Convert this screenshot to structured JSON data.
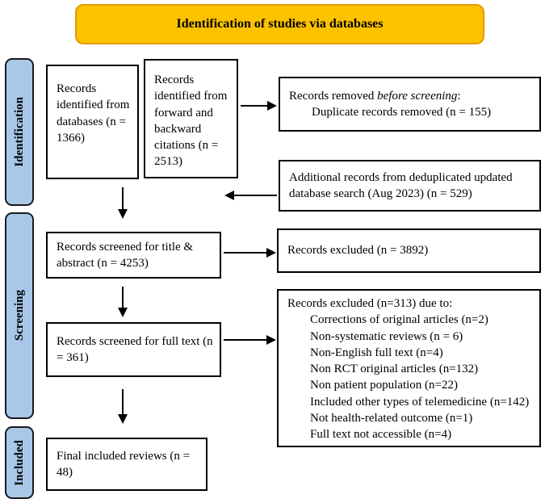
{
  "colors": {
    "title_bg": "#FCC200",
    "title_border": "#E49A00",
    "stage_bg": "#A9C8E9",
    "box_border": "#000000"
  },
  "title": {
    "label": "Identification of studies via databases"
  },
  "sidebar": {
    "items": [
      {
        "label": "Identification"
      },
      {
        "label": "Screening"
      },
      {
        "label": "Included"
      }
    ]
  },
  "boxes": {
    "records_databases": {
      "text": "Records identified from databases (n = 1366)"
    },
    "records_citations": {
      "text": "Records identified from forward and backward citations (n = 2513)"
    },
    "records_removed": {
      "prefix": "Records removed ",
      "italic": "before screening",
      "suffix": ":",
      "line2": "Duplicate records removed (n = 155)"
    },
    "additional_records": {
      "text": "Additional records from deduplicated updated database search (Aug 2023) (n = 529)"
    },
    "screened_title_abstract": {
      "text": "Records screened for title & abstract (n = 4253)"
    },
    "excluded_title_abstract": {
      "text": "Records excluded (n = 3892)"
    },
    "screened_fulltext": {
      "text": "Records screened for full text (n = 361)"
    },
    "excluded_fulltext": {
      "title": "Records excluded (n=313) due to:",
      "reasons": [
        "Corrections of original articles (n=2)",
        "Non-systematic reviews (n = 6)",
        "Non-English full text (n=4)",
        "Non RCT original articles (n=132)",
        "Non patient population (n=22)",
        "Included other types of telemedicine (n=142)",
        "Not health-related outcome (n=1)",
        "Full text not accessible (n=4)"
      ]
    },
    "final_included": {
      "text": "Final included reviews (n = 48)"
    }
  }
}
